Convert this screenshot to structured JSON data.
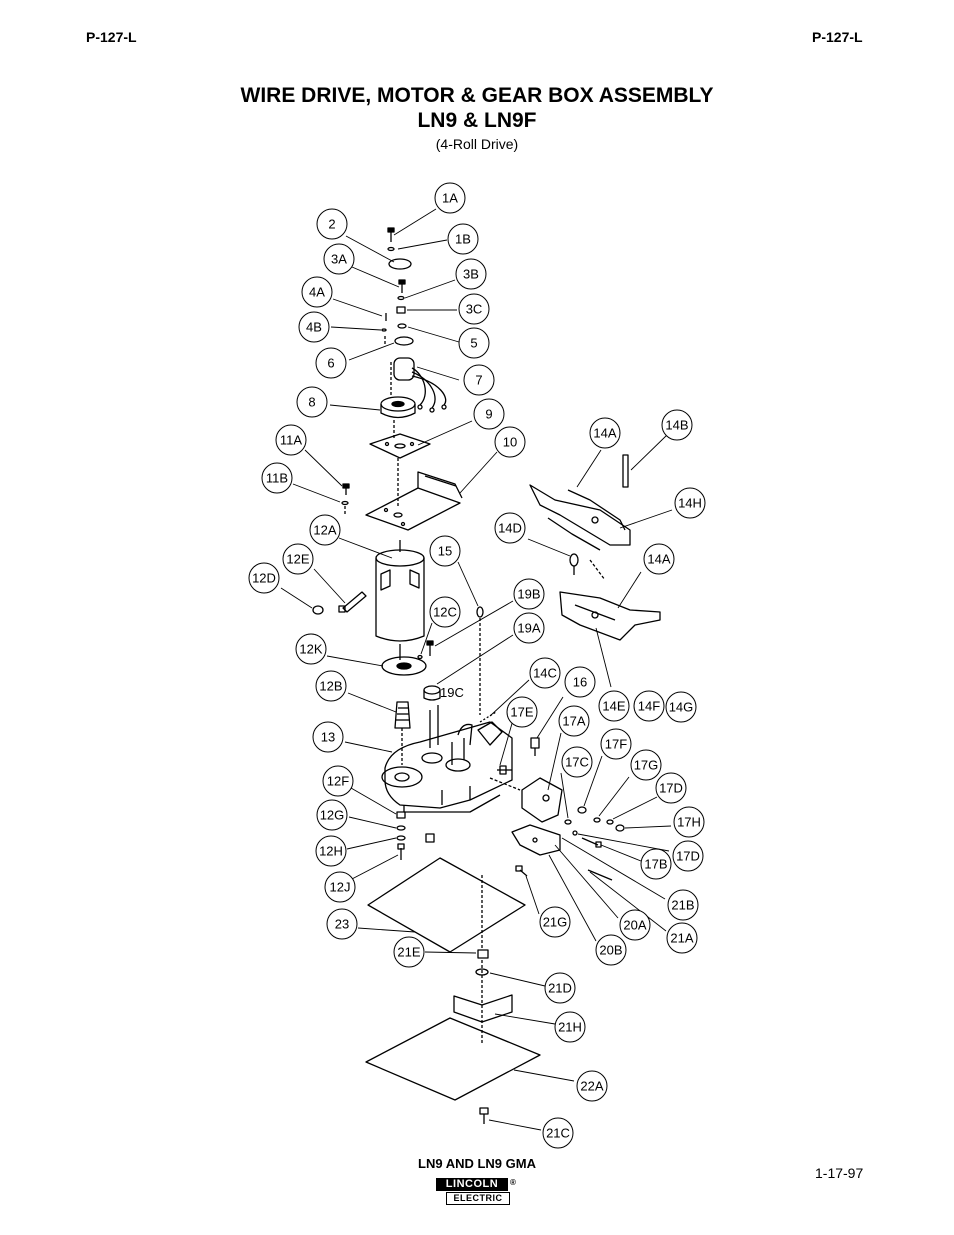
{
  "header": {
    "left": "P-127-L",
    "right": "P-127-L"
  },
  "title": {
    "line1": "WIRE DRIVE, MOTOR & GEAR BOX ASSEMBLY",
    "line2": "LN9 & LN9F",
    "subtitle": "(4-Roll Drive)"
  },
  "callouts": [
    {
      "label": "1A"
    },
    {
      "label": "1B"
    },
    {
      "label": "2"
    },
    {
      "label": "3A"
    },
    {
      "label": "3B"
    },
    {
      "label": "3C"
    },
    {
      "label": "4A"
    },
    {
      "label": "4B"
    },
    {
      "label": "5"
    },
    {
      "label": "6"
    },
    {
      "label": "7"
    },
    {
      "label": "8"
    },
    {
      "label": "9"
    },
    {
      "label": "10"
    },
    {
      "label": "11A"
    },
    {
      "label": "11B"
    },
    {
      "label": "12A"
    },
    {
      "label": "12E"
    },
    {
      "label": "12D"
    },
    {
      "label": "15"
    },
    {
      "label": "12C"
    },
    {
      "label": "19B"
    },
    {
      "label": "19A"
    },
    {
      "label": "12K"
    },
    {
      "label": "12B"
    },
    {
      "label": "14C"
    },
    {
      "label": "16"
    },
    {
      "label": "17E"
    },
    {
      "label": "17A"
    },
    {
      "label": "13"
    },
    {
      "label": "17F"
    },
    {
      "label": "17C"
    },
    {
      "label": "17G"
    },
    {
      "label": "12F"
    },
    {
      "label": "17D"
    },
    {
      "label": "12G"
    },
    {
      "label": "17H"
    },
    {
      "label": "12H"
    },
    {
      "label": "17D"
    },
    {
      "label": "17B"
    },
    {
      "label": "12J"
    },
    {
      "label": "21B"
    },
    {
      "label": "23"
    },
    {
      "label": "21G"
    },
    {
      "label": "20A"
    },
    {
      "label": "21A"
    },
    {
      "label": "21E"
    },
    {
      "label": "20B"
    },
    {
      "label": "21D"
    },
    {
      "label": "21H"
    },
    {
      "label": "22A"
    },
    {
      "label": "21C"
    },
    {
      "label": "14A"
    },
    {
      "label": "14B"
    },
    {
      "label": "14H"
    },
    {
      "label": "14D"
    },
    {
      "label": "14A"
    },
    {
      "label": "14E"
    },
    {
      "label": "14F"
    },
    {
      "label": "14G"
    }
  ],
  "inline_label": "19C",
  "footer": {
    "caption": "LN9 AND LN9 GMA",
    "date": "1-17-97"
  },
  "logo": {
    "top": "LINCOLN",
    "bottom": "ELECTRIC",
    "mark": "®"
  }
}
